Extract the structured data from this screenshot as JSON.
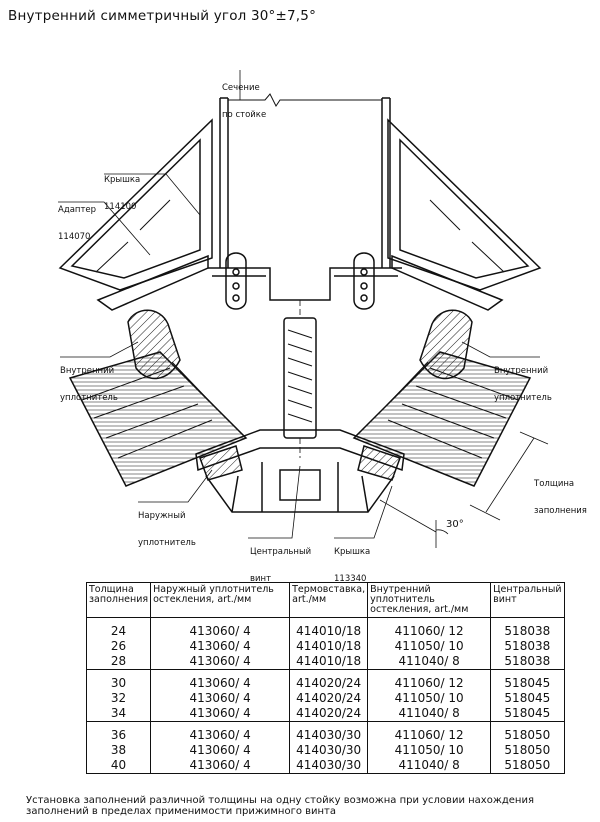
{
  "title": "Внутренний симметричный угол 30°±7,5°",
  "labels": {
    "section": [
      "Сечение",
      "по стойке"
    ],
    "cover": [
      "Крышка",
      "114100"
    ],
    "adapter": [
      "Адаптер",
      "114070"
    ],
    "inner_seal_left": [
      "Внутренний",
      "уплотнитель"
    ],
    "inner_seal_right": [
      "Внутренний",
      "уплотнитель"
    ],
    "outer_seal": [
      "Наружный",
      "уплотнитель"
    ],
    "central_screw": [
      "Центральный",
      "винт"
    ],
    "cap": [
      "Крышка",
      "113340"
    ],
    "fill_thickness": [
      "Толщина",
      "заполнения"
    ],
    "angle": "30°"
  },
  "table": {
    "headers": [
      [
        "Толщина",
        "заполнения"
      ],
      [
        "Наружный уплотнитель",
        "остекления, art./мм"
      ],
      [
        "Термовставка,",
        "art./мм"
      ],
      [
        "Внутренний уплотнитель",
        "остекления, art./мм"
      ],
      [
        "Центральный",
        "винт"
      ]
    ],
    "rows": [
      [
        "24",
        "413060/ 4",
        "414010/18",
        "411060/ 12",
        "518038"
      ],
      [
        "26",
        "413060/ 4",
        "414010/18",
        "411050/ 10",
        "518038"
      ],
      [
        "28",
        "413060/ 4",
        "414010/18",
        "411040/ 8",
        "518038"
      ],
      [
        "30",
        "413060/ 4",
        "414020/24",
        "411060/ 12",
        "518045"
      ],
      [
        "32",
        "413060/ 4",
        "414020/24",
        "411050/ 10",
        "518045"
      ],
      [
        "34",
        "413060/ 4",
        "414020/24",
        "411040/ 8",
        "518045"
      ],
      [
        "36",
        "413060/ 4",
        "414030/30",
        "411060/ 12",
        "518050"
      ],
      [
        "38",
        "413060/ 4",
        "414030/30",
        "411050/ 10",
        "518050"
      ],
      [
        "40",
        "413060/ 4",
        "414030/30",
        "411040/ 8",
        "518050"
      ]
    ]
  },
  "note": "Установка заполнений различной толщины на одну стойку возможна при условии нахождения заполнений в пределах применимости прижимного винта"
}
